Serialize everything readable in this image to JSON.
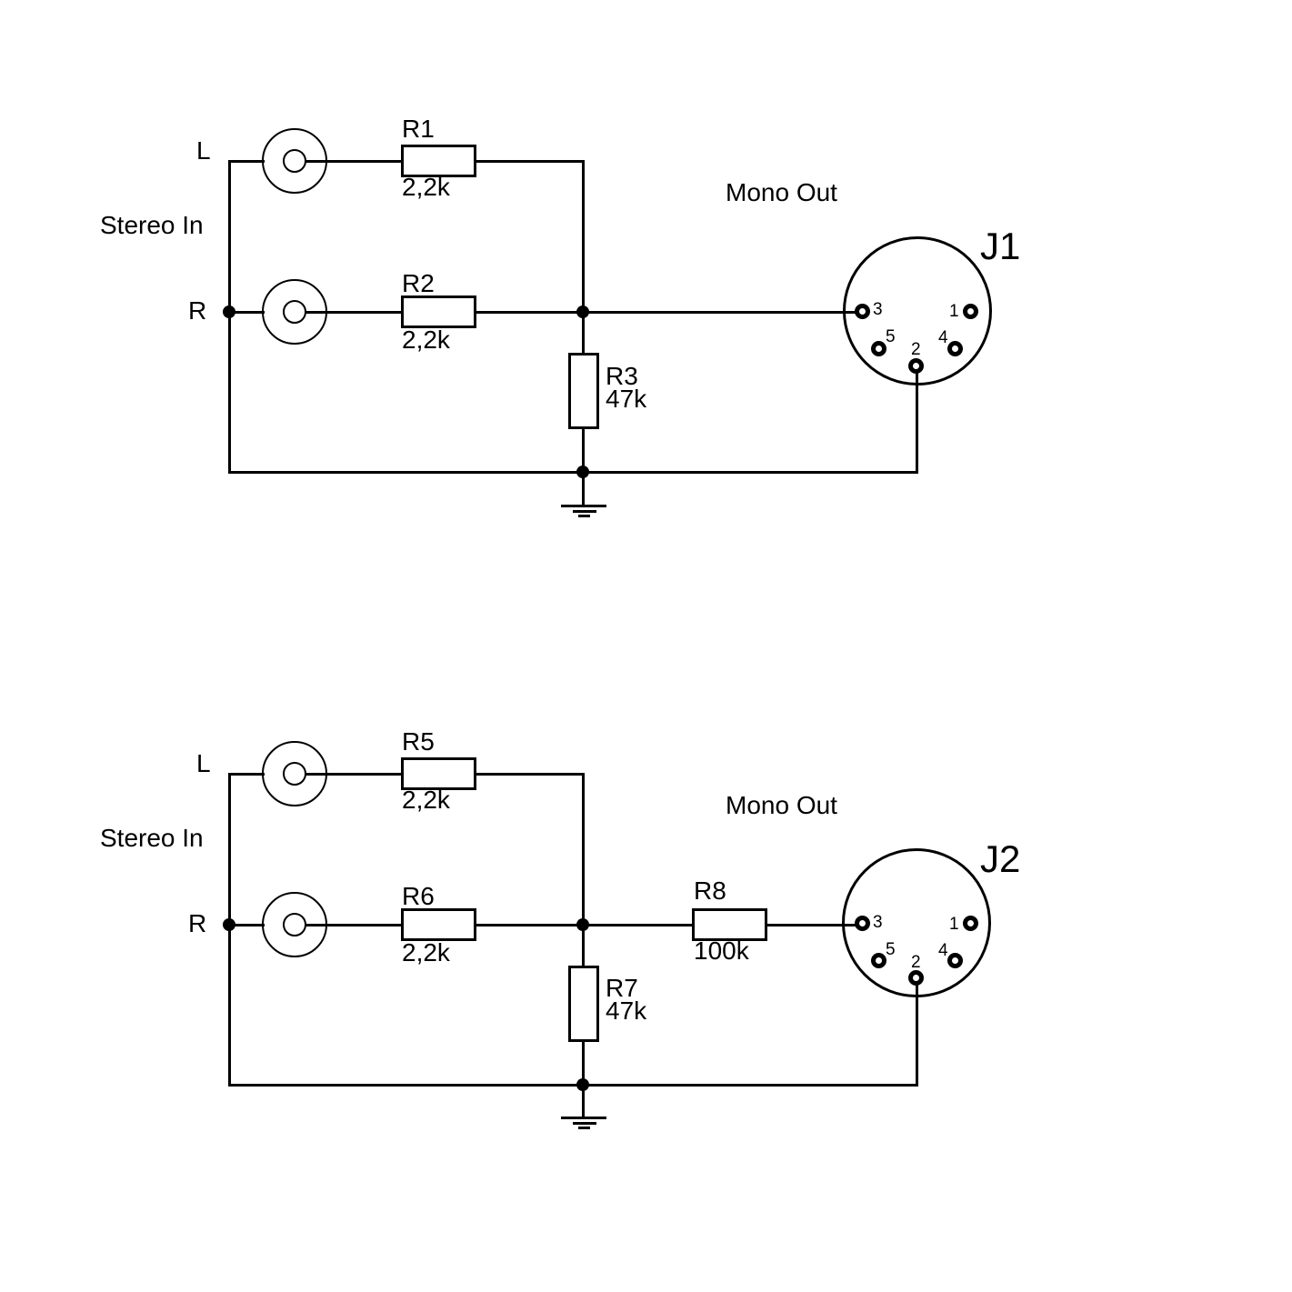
{
  "colors": {
    "background": "#ffffff",
    "line": "#000000",
    "text": "#000000"
  },
  "circuit1": {
    "input_group_label": "Stereo In",
    "output_group_label": "Mono Out",
    "left_input_label": "L",
    "right_input_label": "R",
    "connector": {
      "designator": "J1",
      "pin1": "1",
      "pin2": "2",
      "pin3": "3",
      "pin4": "4",
      "pin5": "5"
    },
    "resistors": {
      "r1": {
        "ref": "R1",
        "value": "2,2k"
      },
      "r2": {
        "ref": "R2",
        "value": "2,2k"
      },
      "r3": {
        "ref": "R3",
        "value": "47k"
      }
    }
  },
  "circuit2": {
    "input_group_label": "Stereo In",
    "output_group_label": "Mono Out",
    "left_input_label": "L",
    "right_input_label": "R",
    "connector": {
      "designator": "J2",
      "pin1": "1",
      "pin2": "2",
      "pin3": "3",
      "pin4": "4",
      "pin5": "5"
    },
    "resistors": {
      "r5": {
        "ref": "R5",
        "value": "2,2k"
      },
      "r6": {
        "ref": "R6",
        "value": "2,2k"
      },
      "r7": {
        "ref": "R7",
        "value": "47k"
      },
      "r8": {
        "ref": "R8",
        "value": "100k"
      }
    }
  }
}
